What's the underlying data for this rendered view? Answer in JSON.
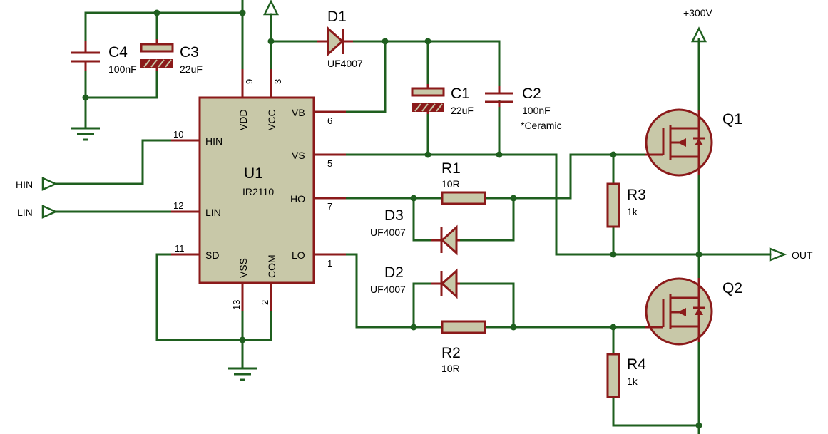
{
  "colors": {
    "wire": "#1f5f1f",
    "component_outline": "#8b1a1a",
    "ic_body": "#c8c8a8",
    "background": "#ffffff",
    "capacitor_plate": "#c8c8a8"
  },
  "ic": {
    "ref": "U1",
    "value": "IR2110",
    "pins": {
      "vdd": {
        "name": "VDD",
        "num": "9"
      },
      "vcc": {
        "name": "VCC",
        "num": "3"
      },
      "vb": {
        "name": "VB",
        "num": "6"
      },
      "vs": {
        "name": "VS",
        "num": "5"
      },
      "ho": {
        "name": "HO",
        "num": "7"
      },
      "lo": {
        "name": "LO",
        "num": "1"
      },
      "hin": {
        "name": "HIN",
        "num": "10"
      },
      "lin": {
        "name": "LIN",
        "num": "12"
      },
      "sd": {
        "name": "SD",
        "num": "11"
      },
      "vss": {
        "name": "VSS",
        "num": "13"
      },
      "com": {
        "name": "COM",
        "num": "2"
      }
    }
  },
  "components": {
    "c1": {
      "ref": "C1",
      "value": "22uF"
    },
    "c2": {
      "ref": "C2",
      "value": "100nF",
      "note": "*Ceramic"
    },
    "c3": {
      "ref": "C3",
      "value": "22uF"
    },
    "c4": {
      "ref": "C4",
      "value": "100nF"
    },
    "d1": {
      "ref": "D1",
      "value": "UF4007"
    },
    "d2": {
      "ref": "D2",
      "value": "UF4007"
    },
    "d3": {
      "ref": "D3",
      "value": "UF4007"
    },
    "r1": {
      "ref": "R1",
      "value": "10R"
    },
    "r2": {
      "ref": "R2",
      "value": "10R"
    },
    "r3": {
      "ref": "R3",
      "value": "1k"
    },
    "r4": {
      "ref": "R4",
      "value": "1k"
    },
    "q1": {
      "ref": "Q1"
    },
    "q2": {
      "ref": "Q2"
    }
  },
  "terminals": {
    "hin": "HIN",
    "lin": "LIN",
    "out": "OUT",
    "supply": "+300V"
  }
}
